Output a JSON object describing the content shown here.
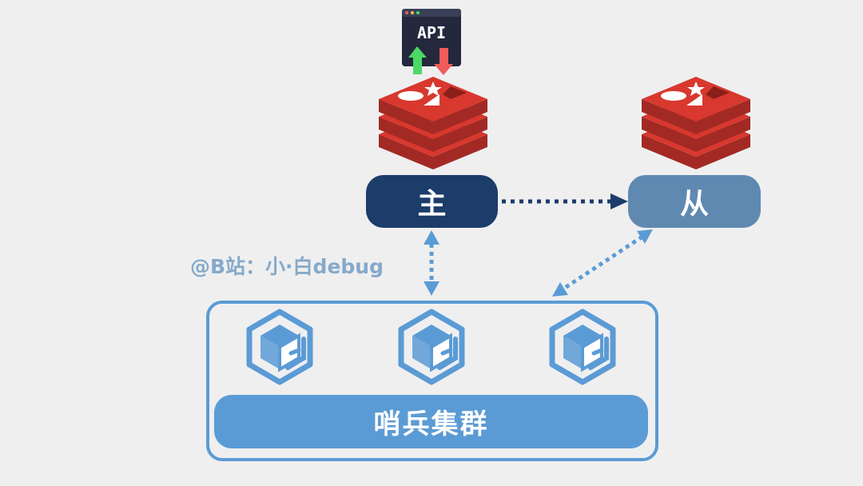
{
  "api_window": {
    "label": "API"
  },
  "master": {
    "label": "主",
    "color": "#1c3c6a"
  },
  "slave": {
    "label": "从",
    "color": "#5f89b1"
  },
  "watermark": "@B站：小·白debug",
  "sentinel_cluster": {
    "label": "哨兵集群",
    "color": "#5b9bd5",
    "node_count": 3
  },
  "icons": {
    "redis": "redis-logo-icon",
    "sentinel": "sentinel-cube-icon",
    "upload": "upload-arrow-icon",
    "download": "download-arrow-icon"
  },
  "colors": {
    "background": "#efeff0",
    "redis_red": "#c6302b",
    "arrow_dark": "#1c3c6a",
    "arrow_light": "#5b9bd5",
    "upload_green": "#4cd964",
    "download_red": "#f05b5b"
  }
}
